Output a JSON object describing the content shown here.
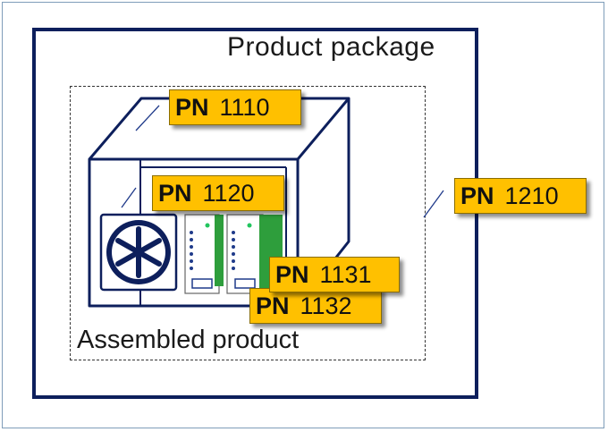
{
  "package_title": "Product package",
  "assembled_title": "Assembled product",
  "labels": [
    {
      "prefix": "PN",
      "number": "1110"
    },
    {
      "prefix": "PN",
      "number": "1120"
    },
    {
      "prefix": "PN",
      "number": "1210"
    },
    {
      "prefix": "PN",
      "number": "1131"
    },
    {
      "prefix": "PN",
      "number": "1132"
    }
  ],
  "colors": {
    "outline": "#0d1f5c",
    "label": "#ffc000",
    "module_green": "#2e9e3c"
  }
}
